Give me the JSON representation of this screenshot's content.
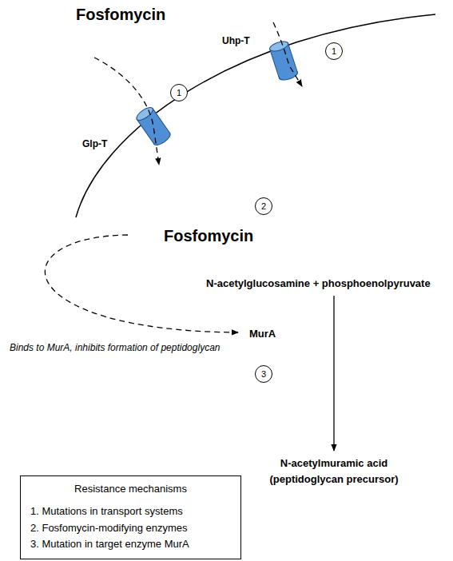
{
  "diagram": {
    "nodes": [
      {
        "text": [
          "1"
        ]
      },
      {
        "text": [
          "1"
        ]
      },
      {
        "text": [
          "2"
        ]
      },
      {
        "text": [
          "3"
        ]
      },
      {
        "text": [
          "Resistance mechanisms",
          "1. Mutations in transport systems",
          "2. Fosfomycin-modifying enzymes",
          "3. Mutation in target enzyme MurA"
        ]
      }
    ],
    "labels": [
      "Fosfomycin",
      "Uhp-T",
      "Glp-T",
      "Fosfomycin",
      "N-acetylglucosamine + phosphoenolpyruvate",
      "MurA",
      "Binds to MurA, inhibits formation of peptidoglycan",
      "N-acetylmuramic acid",
      "(peptidoglycan precursor)"
    ]
  }
}
